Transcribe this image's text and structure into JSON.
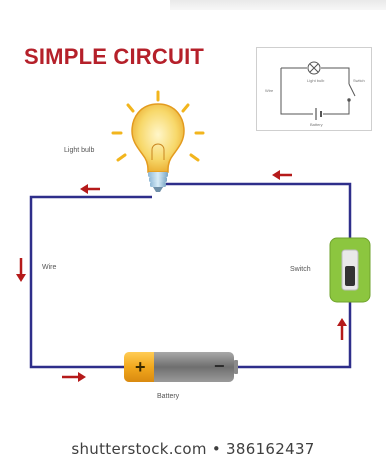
{
  "title": "SIMPLE CIRCUIT",
  "labels": {
    "light_bulb": "Light bulb",
    "wire": "Wire",
    "switch": "Switch",
    "battery": "Battery"
  },
  "schematic": {
    "light_bulb": "Light bulb",
    "wire": "Wire",
    "switch": "Switch",
    "battery": "Battery"
  },
  "battery_signs": {
    "positive": "+",
    "negative": "−"
  },
  "watermark": "shutterstock.com • 386162437",
  "colors": {
    "title": "#b5202a",
    "wire": "#2e2e8a",
    "arrow": "#b51a1a",
    "switch_body": "#8cc63f",
    "battery_cap": "#f2a81d",
    "battery_body": "#7d7d7d",
    "bulb_glow": "#f7c948"
  }
}
